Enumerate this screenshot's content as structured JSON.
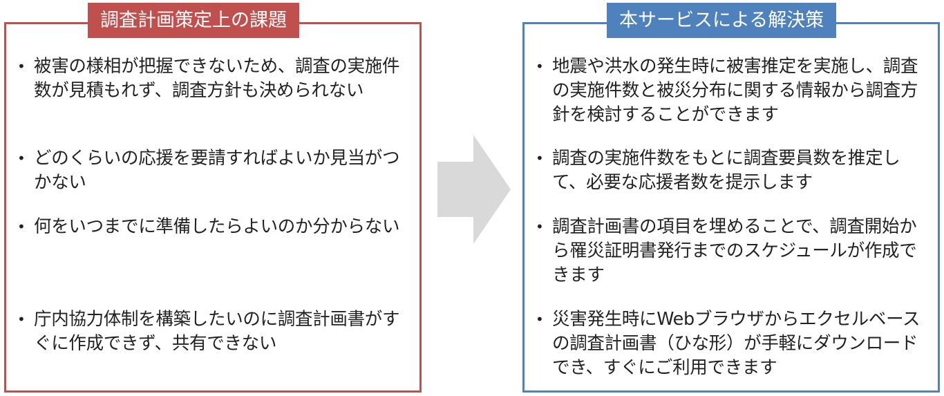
{
  "colors": {
    "left_accent": "#C0504D",
    "right_accent": "#4F81BD",
    "arrow": "#D9D9D9",
    "text": "#222222"
  },
  "left_panel": {
    "header": "調査計画策定上の課題",
    "items": [
      "被害の様相が把握できないため、調査の実施件数が見積もれず、調査方針も決められない",
      "どのくらいの応援を要請すればよいか見当がつかない",
      "何をいつまでに準備したらよいのか分からない",
      "庁内協力体制を構築したいのに調査計画書がすぐに作成できず、共有できない"
    ]
  },
  "right_panel": {
    "header": "本サービスによる解決策",
    "items": [
      "地震や洪水の発生時に被害推定を実施し、調査の実施件数と被災分布に関する情報から調査方針を検討することができます",
      "調査の実施件数をもとに調査要員数を推定して、必要な応援者数を提示します",
      "調査計画書の項目を埋めることで、調査開始から罹災証明書発行までのスケジュールが作成できます",
      "災害発生時にWebブラウザからエクセルベースの調査計画書（ひな形）が手軽にダウンロードでき、すぐにご利用できます"
    ]
  },
  "icons": {
    "bullet": "•",
    "arrow": "right-arrow-icon"
  }
}
